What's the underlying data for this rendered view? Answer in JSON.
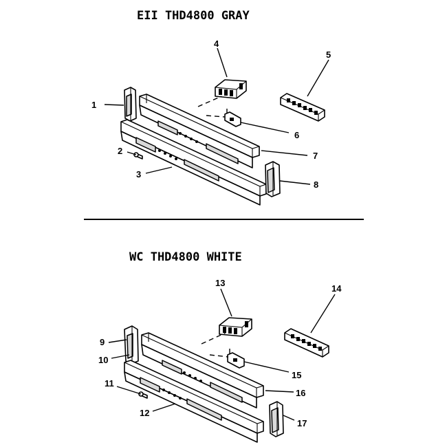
{
  "upper_section": {
    "title": "EII THD4800 GRAY",
    "callouts": [
      "1",
      "2",
      "3",
      "4",
      "5",
      "6",
      "7",
      "8"
    ]
  },
  "lower_section": {
    "title": "WC THD4800 WHITE",
    "callouts": [
      "9",
      "10",
      "11",
      "12",
      "13",
      "14",
      "15",
      "16",
      "17"
    ]
  }
}
